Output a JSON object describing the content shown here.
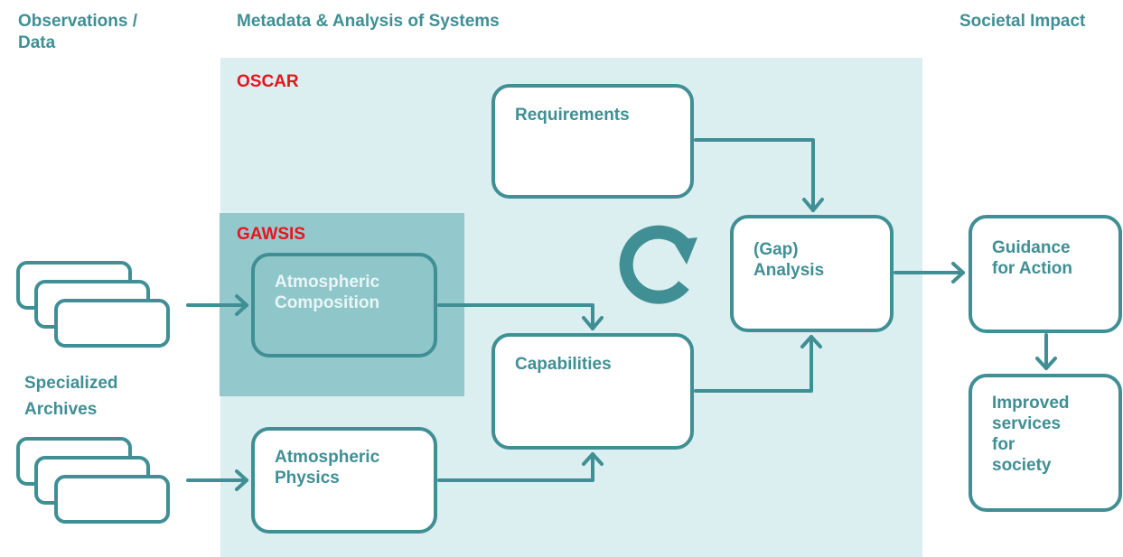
{
  "colors": {
    "teal": "#3f8f94",
    "text_teal": "#3f8f94",
    "oscar_bg": "#dbeef0",
    "gawsis_bg": "#93c9cd",
    "composition_fill": "#8ec6ca",
    "composition_text": "#e9f5f6",
    "red": "#e8141c"
  },
  "headers": {
    "observations": "Observations /\nData",
    "metadata": "Metadata & Analysis of Systems",
    "societal": "Societal Impact"
  },
  "regions": {
    "oscar": "OSCAR",
    "gawsis": "GAWSIS"
  },
  "boxes": {
    "requirements": "Requirements",
    "gap_analysis": "(Gap)\nAnalysis",
    "capabilities": "Capabilities",
    "atmospheric_composition": "Atmospheric\nComposition",
    "atmospheric_physics": "Atmospheric\nPhysics",
    "guidance": "Guidance\nfor Action",
    "improved_services": "Improved\nservices\nfor\nsociety"
  },
  "labels": {
    "specialized_archives": "Specialized\nArchives"
  },
  "icons": {
    "data_stack_top": "stacked-records-icon",
    "data_stack_bottom": "stacked-records-icon",
    "cycle": "circular-arrow-icon"
  }
}
